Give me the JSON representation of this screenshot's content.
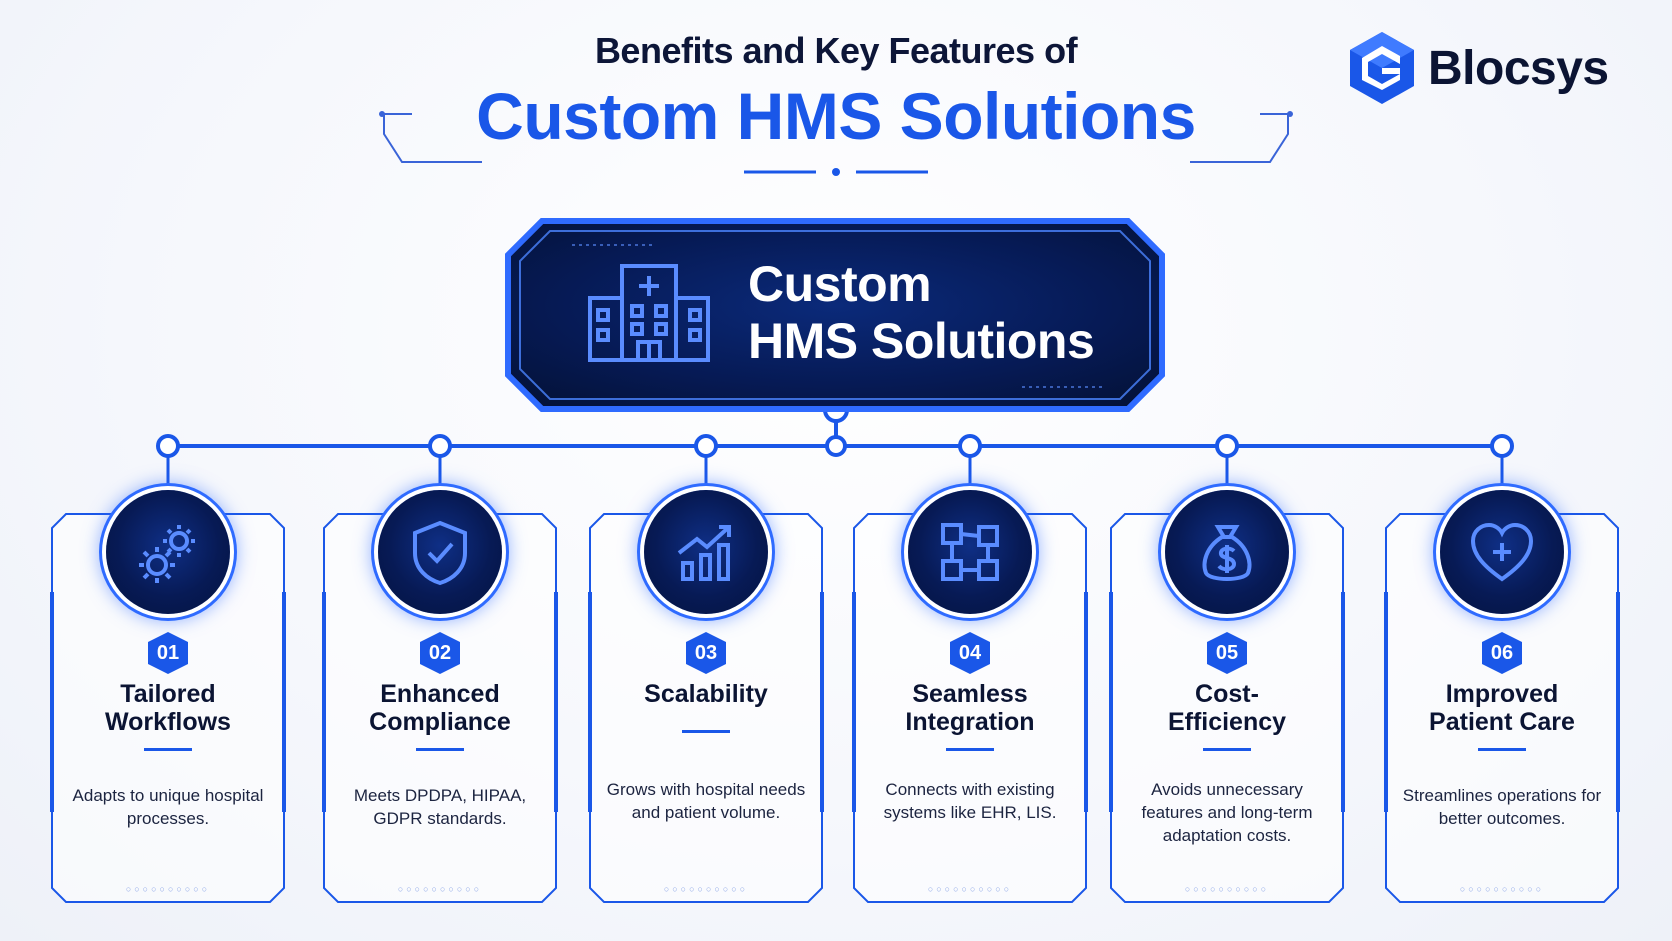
{
  "header": {
    "subtitle": "Benefits and Key Features of",
    "title": "Custom HMS Solutions"
  },
  "brand": {
    "name": "Blocsys",
    "accent": "#1a57e8",
    "dark": "#071a55"
  },
  "hub": {
    "line1": "Custom",
    "line2": "HMS Solutions",
    "icon": "hospital-icon"
  },
  "cards": [
    {
      "num": "01",
      "title_line1": "Tailored",
      "title_line2": "Workflows",
      "desc": "Adapts to unique hospital processes.",
      "icon": "gears-icon"
    },
    {
      "num": "02",
      "title_line1": "Enhanced",
      "title_line2": "Compliance",
      "desc": "Meets DPDPA, HIPAA, GDPR standards.",
      "icon": "shield-check-icon"
    },
    {
      "num": "03",
      "title_line1": "Scalability",
      "title_line2": "",
      "desc": "Grows with hospital needs and patient volume.",
      "icon": "growth-chart-icon"
    },
    {
      "num": "04",
      "title_line1": "Seamless",
      "title_line2": "Integration",
      "desc": "Connects with existing systems like EHR, LIS.",
      "icon": "network-blocks-icon"
    },
    {
      "num": "05",
      "title_line1": "Cost-",
      "title_line2": "Efficiency",
      "desc": "Avoids unnecessary features and long-term adaptation costs.",
      "icon": "money-bag-icon"
    },
    {
      "num": "06",
      "title_line1": "Improved",
      "title_line2": "Patient Care",
      "desc": "Streamlines operations for better outcomes.",
      "icon": "heart-plus-icon"
    }
  ]
}
